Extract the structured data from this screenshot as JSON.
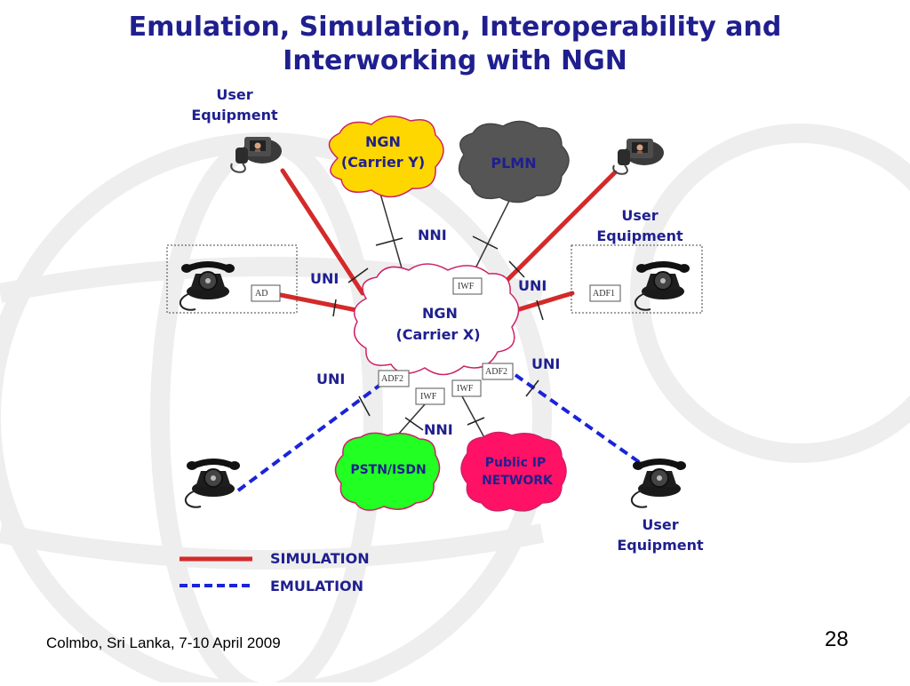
{
  "slide": {
    "title_line1": "Emulation, Simulation, Interoperability and",
    "title_line2": "Interworking with NGN",
    "footer": "Colmbo, Sri Lanka, 7-10 April 2009",
    "page_number": "28"
  },
  "diagram": {
    "clouds": {
      "ngn_y_line1": "NGN",
      "ngn_y_line2": "(Carrier Y)",
      "plmn": "PLMN",
      "ngn_x_line1": "NGN",
      "ngn_x_line2": "(Carrier X)",
      "pstn": "PSTN/ISDN",
      "public_ip_line1": "Public IP",
      "public_ip_line2": "NETWORK"
    },
    "labels": {
      "ue1_line1": "User",
      "ue1_line2": "Equipment",
      "ue2_line1": "User",
      "ue2_line2": "Equipment",
      "ue3_line1": "User",
      "ue3_line2": "Equipment",
      "nni_top": "NNI",
      "nni_bottom": "NNI",
      "uni_left_top": "UNI",
      "uni_right_top": "UNI",
      "uni_left_bottom": "UNI",
      "uni_right_bottom": "UNI"
    },
    "boxes": {
      "ad": "AD",
      "adf1": "ADF1",
      "iwf_top": "IWF",
      "adf2_left": "ADF2",
      "iwf_left": "IWF",
      "iwf_right": "IWF",
      "adf2_right": "ADF2"
    },
    "legend": {
      "simulation": "SIMULATION",
      "emulation": "EMULATION"
    },
    "colors": {
      "title": "#1f1f8f",
      "simulation_line": "#d42a2a",
      "emulation_line": "#1a24d8",
      "ngn_y_fill": "#ffd700",
      "plmn_fill": "#555555",
      "ngn_x_fill": "#ffffff",
      "pstn_fill": "#22ff22",
      "public_ip_fill": "#ff1166",
      "cloud_outline": "#cc2266"
    }
  }
}
